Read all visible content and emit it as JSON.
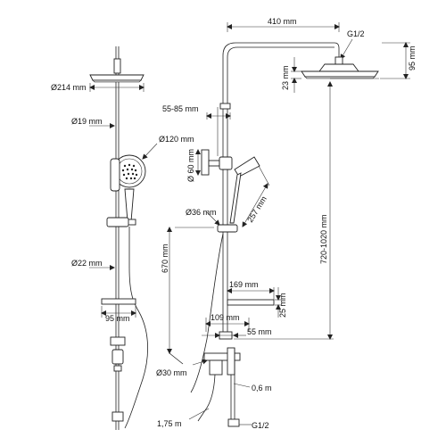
{
  "dimensions": {
    "width_410": "410 mm",
    "thread_top": "G1/2",
    "height_95": "95 mm",
    "height_23": "23 mm",
    "diam_214": "Ø214 mm",
    "range_55_85": "55-85 mm",
    "diam_19": "Ø19 mm",
    "diam_120": "Ø120 mm",
    "diam_60": "Ø 60 mm",
    "diam_36": "Ø36 mm",
    "len_257": "257 mm",
    "height_670": "670 mm",
    "range_720_1020": "720-1020 mm",
    "diam_22": "Ø22 mm",
    "width_169": "169 mm",
    "height_25": "25 mm",
    "width_95": "95 mm",
    "width_109": "109 mm",
    "width_55": "55 mm",
    "diam_30": "Ø30 mm",
    "hose_06": "0,6 m",
    "hose_175": "1,75 m",
    "thread_bottom": "G1/2"
  }
}
